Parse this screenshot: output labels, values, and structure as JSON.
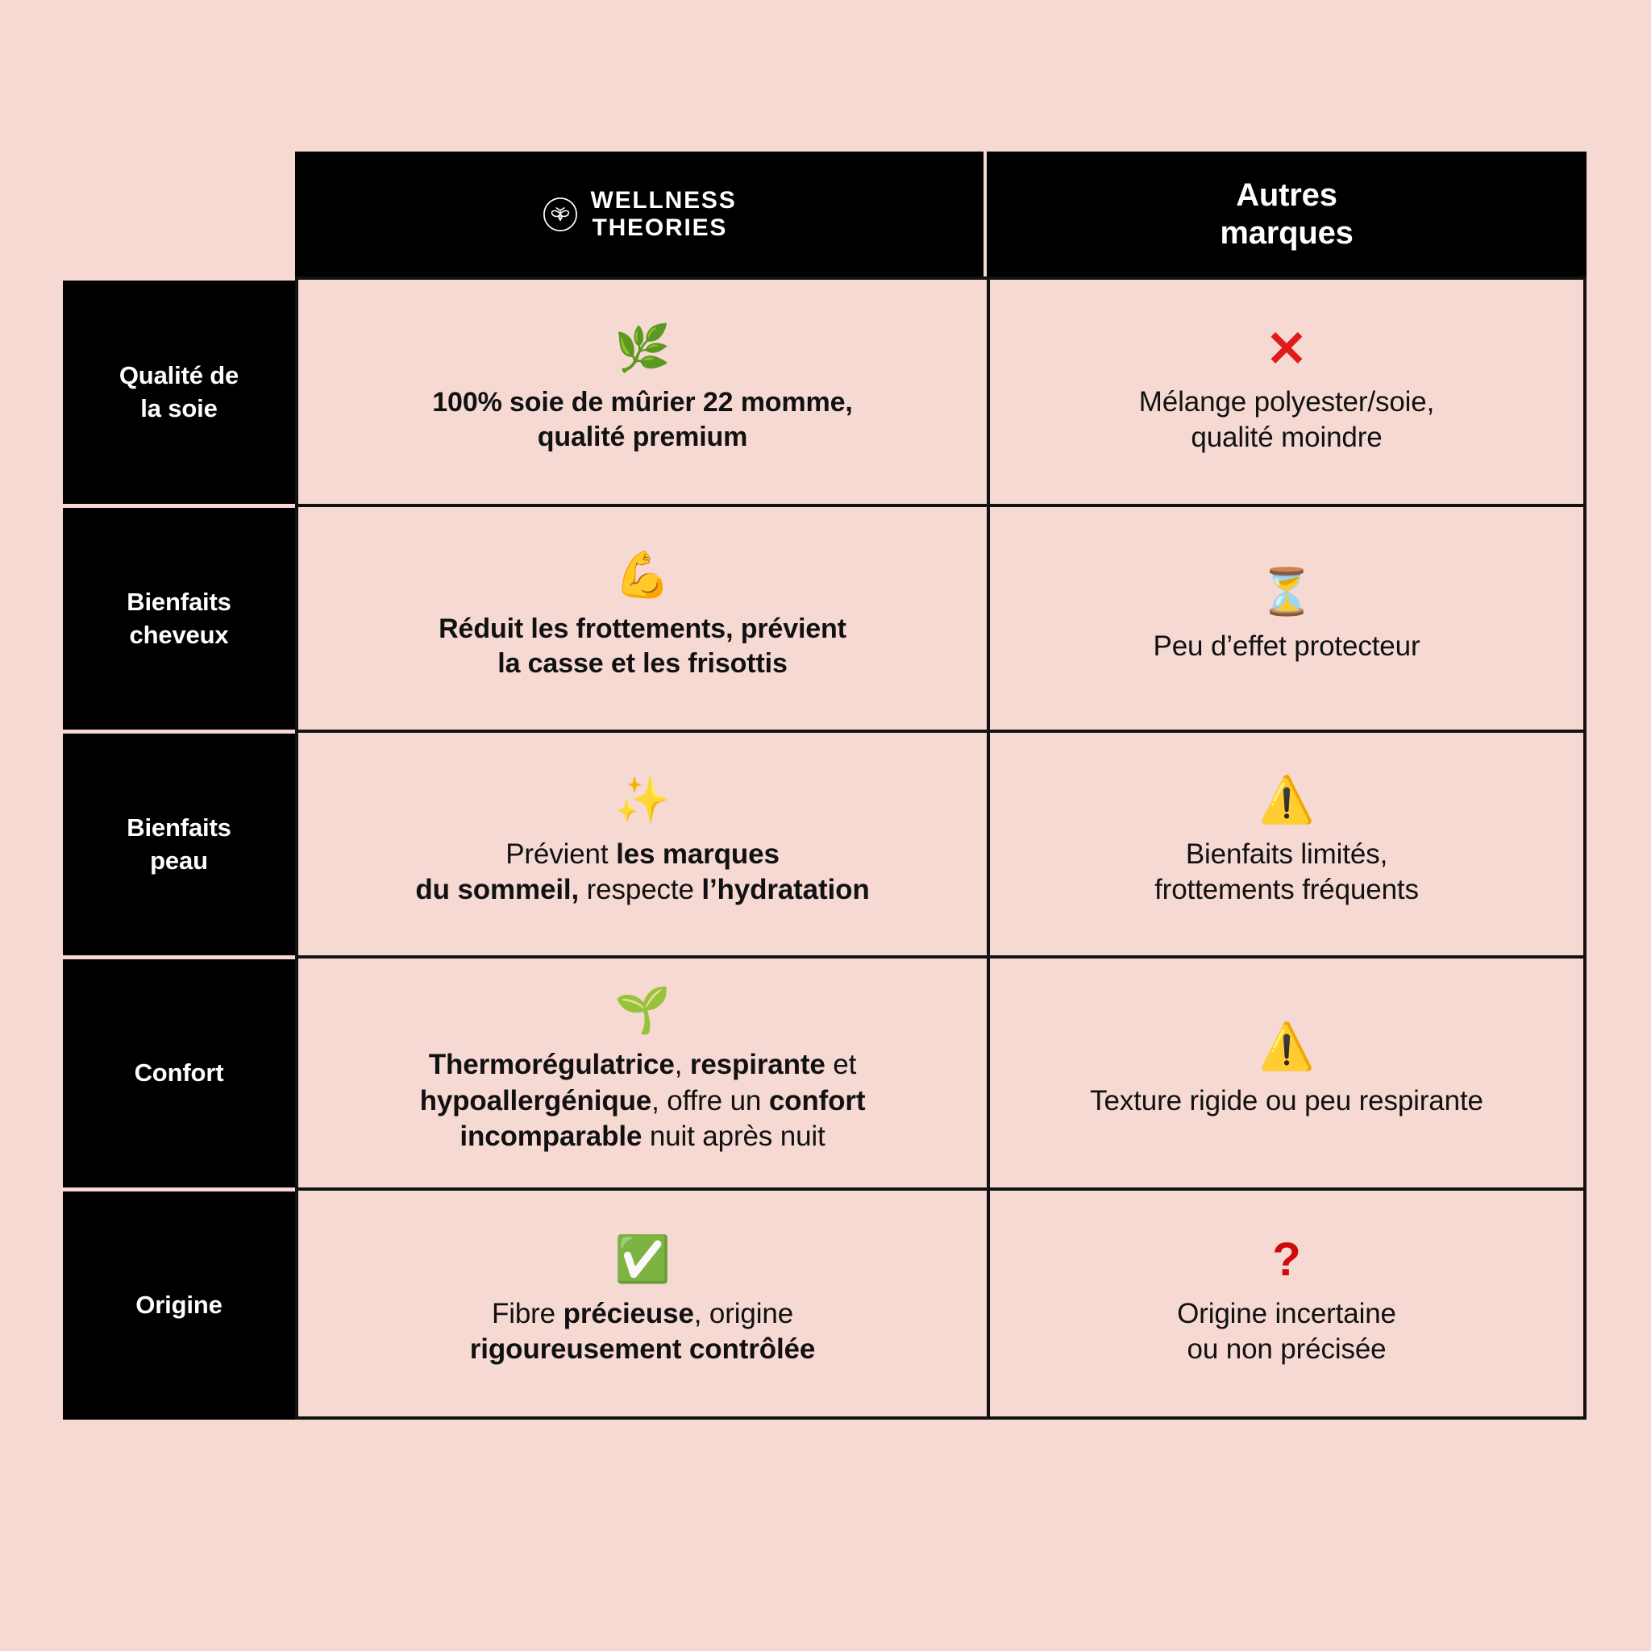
{
  "page": {
    "background_color": "#f5d9d2",
    "accent_black": "#000000",
    "text_color": "#111111",
    "negative_color": "#e01b1b"
  },
  "header": {
    "brand": {
      "logo_icon": "bee-in-circle-icon",
      "line1": "WELLNESS",
      "line2": "THEORIES"
    },
    "other": {
      "line1": "Autres",
      "line2": "marques"
    }
  },
  "rows": [
    {
      "label_line1": "Qualité de",
      "label_line2": "la soie",
      "us": {
        "icon": "herb-icon",
        "icon_glyph": "🌿",
        "text_html": "100% soie de mûrier 22 momme,<br>qualité premium",
        "text_plain": "100% soie de mûrier 22 momme, qualité premium"
      },
      "them": {
        "icon": "cross-mark-icon",
        "icon_glyph": "✕",
        "text_html": "Mélange polyester/soie,<br>qualité moindre",
        "text_plain": "Mélange polyester/soie, qualité moindre"
      }
    },
    {
      "label_line1": "Bienfaits",
      "label_line2": "cheveux",
      "us": {
        "icon": "flexed-biceps-icon",
        "icon_glyph": "💪",
        "text_html": "Réduit les frottements, prévient<br>la casse et les frisottis",
        "text_plain": "Réduit les frottements, prévient la casse et les frisottis"
      },
      "them": {
        "icon": "hourglass-icon",
        "icon_glyph": "⏳",
        "text_html": "Peu d’effet protecteur",
        "text_plain": "Peu d’effet protecteur"
      }
    },
    {
      "label_line1": "Bienfaits",
      "label_line2": "peau",
      "us": {
        "icon": "sparkles-icon",
        "icon_glyph": "✨",
        "text_html": "Prévient <b>les marques</b><br><b>du sommeil,</b> respecte <b>l’hydratation</b>",
        "text_plain": "Prévient les marques du sommeil, respecte l’hydratation"
      },
      "them": {
        "icon": "warning-icon",
        "icon_glyph": "⚠️",
        "text_html": "Bienfaits limités,<br>frottements fréquents",
        "text_plain": "Bienfaits limités, frottements fréquents"
      }
    },
    {
      "label_line1": "Confort",
      "label_line2": "",
      "us": {
        "icon": "seedling-icon",
        "icon_glyph": "🌱",
        "text_html": "<b>Thermorégulatrice</b>, <b>respirante</b> et<br><b>hypoallergénique</b>, offre un <b>confort</b><br><b>incomparable</b> nuit après nuit",
        "text_plain": "Thermorégulatrice, respirante et hypoallergénique, offre un confort incomparable nuit après nuit"
      },
      "them": {
        "icon": "warning-icon",
        "icon_glyph": "⚠️",
        "text_html": "Texture rigide ou peu respirante",
        "text_plain": "Texture rigide ou peu respirante"
      }
    },
    {
      "label_line1": "Origine",
      "label_line2": "",
      "us": {
        "icon": "check-mark-button-icon",
        "icon_glyph": "✅",
        "text_html": "Fibre <b>précieuse</b>, origine<br><b>rigoureusement contrôlée</b>",
        "text_plain": "Fibre précieuse, origine rigoureusement contrôlée"
      },
      "them": {
        "icon": "question-mark-icon",
        "icon_glyph": "?",
        "text_html": "Origine incertaine<br>ou non précisée",
        "text_plain": "Origine incertaine ou non précisée"
      }
    }
  ]
}
